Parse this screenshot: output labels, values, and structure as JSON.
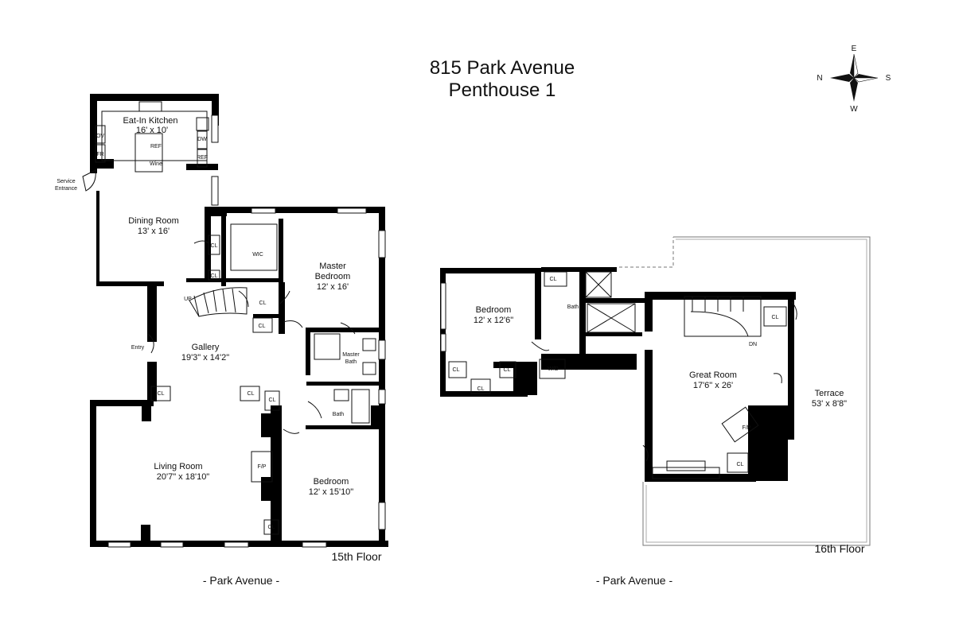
{
  "title": {
    "line1": "815 Park Avenue",
    "line2": "Penthouse 1"
  },
  "compass": {
    "n": "N",
    "s": "S",
    "e": "E",
    "w": "W"
  },
  "floor15": {
    "label": "15th Floor",
    "street": "- Park Avenue -",
    "rooms": [
      {
        "key": "kitchen",
        "name": "Eat-In Kitchen",
        "size": "16' x 10'"
      },
      {
        "key": "dining",
        "name": "Dining Room",
        "size": "13' x 16'"
      },
      {
        "key": "master",
        "name1": "Master",
        "name2": "Bedroom",
        "size": "12' x 16'"
      },
      {
        "key": "gallery",
        "name": "Gallery",
        "size": "19'3\" x 14'2\""
      },
      {
        "key": "living",
        "name": "Living Room",
        "size": "20'7\" x 18'10\""
      },
      {
        "key": "bedroom",
        "name": "Bedroom",
        "size": "12' x 15'10\""
      }
    ],
    "labels": {
      "service1": "Service",
      "service2": "Entrance",
      "entry": "Entry",
      "wic": "WIC",
      "masterbath1": "Master",
      "masterbath2": "Bath",
      "bath": "Bath",
      "fp": "F/P",
      "cl": "CL",
      "ov": "OV",
      "fr": "FR",
      "dw": "DW",
      "ref": "REF",
      "wine": "Wine",
      "up": "UP"
    }
  },
  "floor16": {
    "label": "16th Floor",
    "street": "- Park Avenue -",
    "rooms": [
      {
        "key": "bedroom",
        "name": "Bedroom",
        "size": "12' x 12'6\""
      },
      {
        "key": "great",
        "name": "Great Room",
        "size": "17'6\" x 26'"
      },
      {
        "key": "terrace",
        "name": "Terrace",
        "size": "53' x 8'8\""
      }
    ],
    "labels": {
      "bath": "Bath",
      "wd": "W/D",
      "cl": "CL",
      "fp": "F/P",
      "dn": "DN"
    }
  }
}
